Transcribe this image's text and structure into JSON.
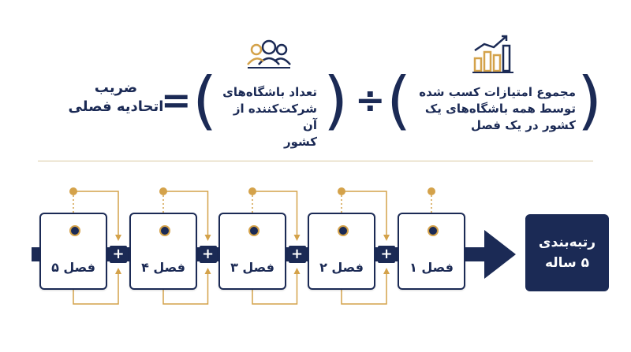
{
  "formula": {
    "result_line1": "ضریب",
    "result_line2": "اتحادیه فصلی",
    "equals": "=",
    "divide": "÷",
    "denominator_line1": "تعداد باشگاه‌های",
    "denominator_line2": "شرکت‌کننده از آن",
    "denominator_line3": "کشور",
    "numerator_line1": "مجموع امتیازات کسب شده",
    "numerator_line2": "توسط همه باشگاه‌های یک",
    "numerator_line3": "کشور در یک فصل",
    "paren_open": "(",
    "paren_close": ")",
    "icons": {
      "denominator": "people-group-icon",
      "numerator": "growth-chart-icon"
    }
  },
  "seasons": [
    {
      "label": "فصل ۵"
    },
    {
      "label": "فصل ۴"
    },
    {
      "label": "فصل ۳"
    },
    {
      "label": "فصل ۲"
    },
    {
      "label": "فصل ۱"
    }
  ],
  "plus": "+",
  "ranking": {
    "line1": "رتبه‌بندی",
    "line2": "۵ ساله"
  },
  "colors": {
    "navy": "#1b2a55",
    "gold": "#d4a24a",
    "divider": "#d8c8a0"
  }
}
